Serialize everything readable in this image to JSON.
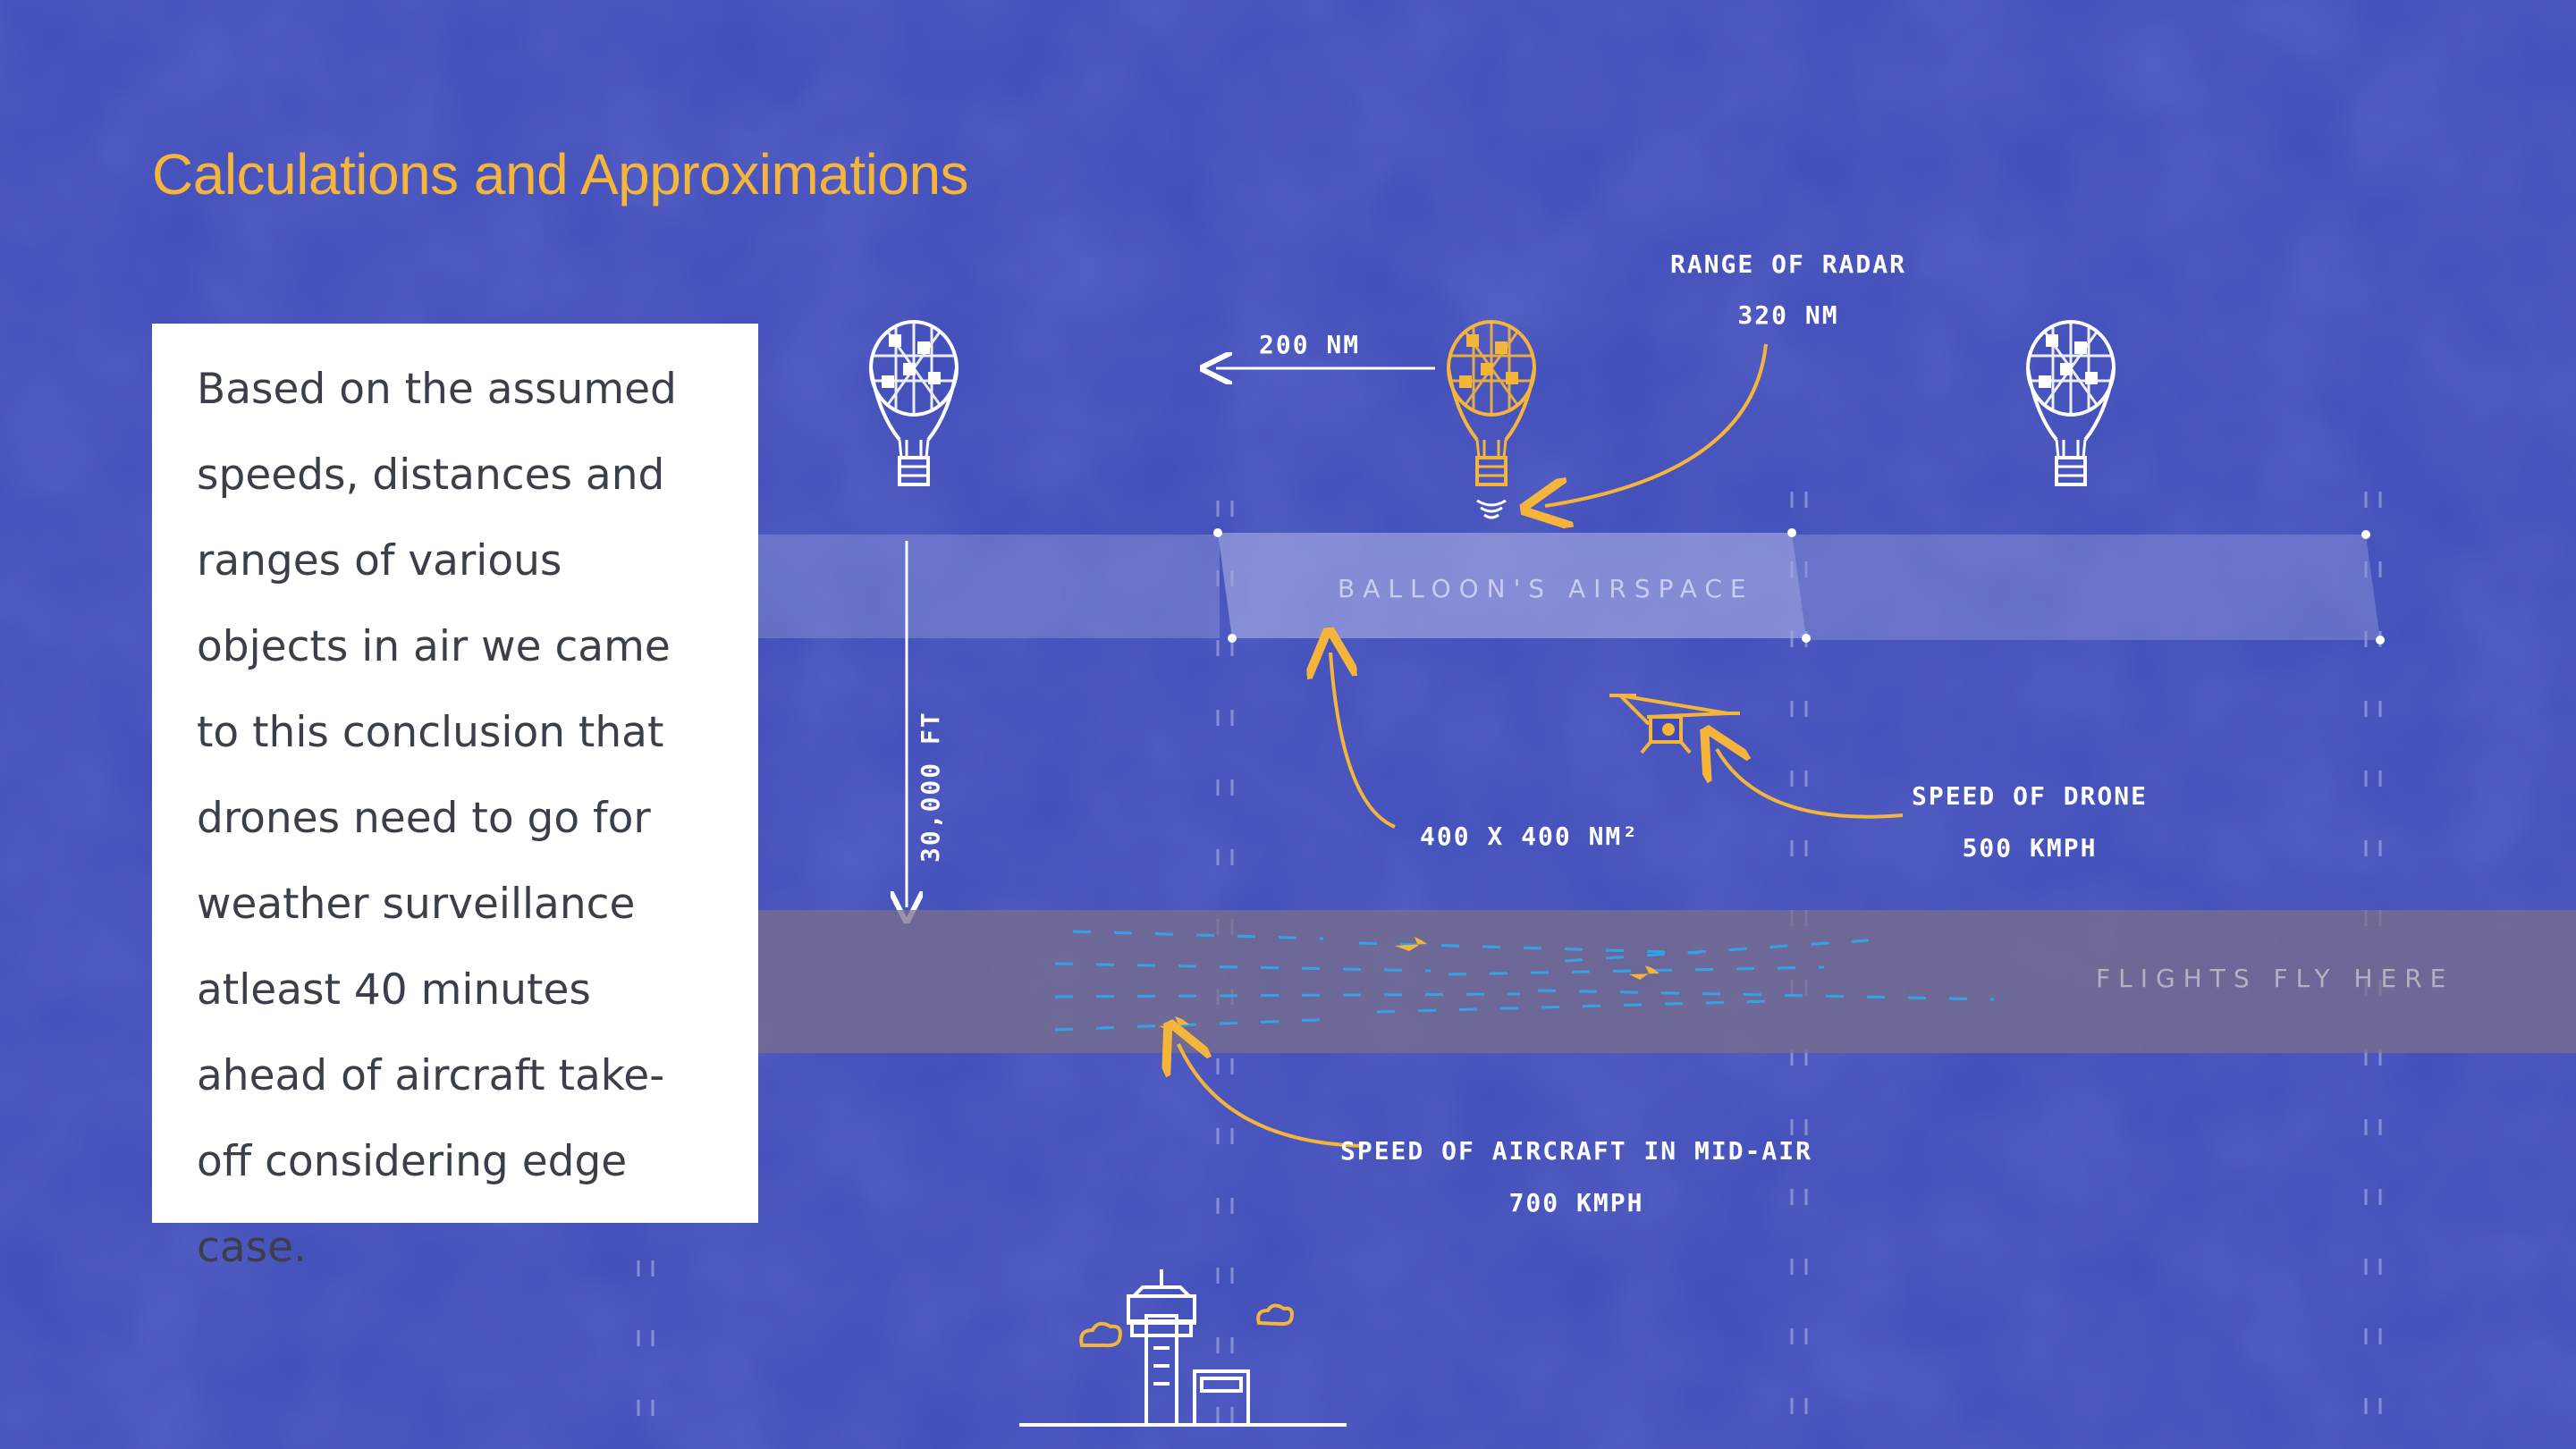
{
  "title": "Calculations and Approximations",
  "description": "Based on the assumed speeds, distances and ranges of various objects in air we came to this conclusion that drones need to go for weather surveillance atleast 40 minutes ahead of aircraft take-off considering edge case.",
  "labels": {
    "distance": "200 NM",
    "radar_title": "RANGE OF RADAR",
    "radar_value": "320 NM",
    "airspace": "BALLOON'S AIRSPACE",
    "altitude": "30,000 FT",
    "area": "400 X 400 NM²",
    "drone_title": "SPEED OF DRONE",
    "drone_value": "500 KMPH",
    "flights": "FLIGHTS FLY HERE",
    "aircraft_title": "SPEED OF AIRCRAFT IN MID-AIR",
    "aircraft_value": "700 KMPH"
  },
  "colors": {
    "background": "#3f4bb8",
    "accent": "#f5b53a",
    "dash": "#33a3e8",
    "airspace_band": "#8e97d8",
    "flight_band": "#7a6f8a"
  },
  "icons": [
    "balloon-icon",
    "radar-signal-icon",
    "drone-icon",
    "airplane-icon",
    "control-tower-icon",
    "cloud-icon"
  ]
}
